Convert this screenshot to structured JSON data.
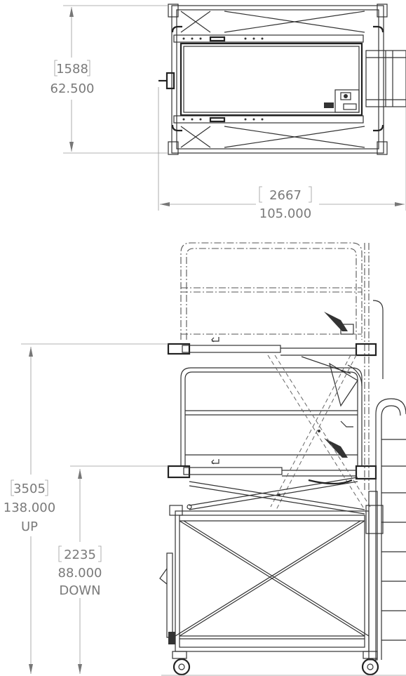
{
  "dimensions": {
    "top_width_mm": "1588",
    "top_width_in": "62.500",
    "top_length_mm": "2667",
    "top_length_in": "105.000",
    "up_height_mm": "3505",
    "up_height_in": "138.000",
    "up_label": "UP",
    "down_height_mm": "2235",
    "down_height_in": "88.000",
    "down_label": "DOWN"
  }
}
